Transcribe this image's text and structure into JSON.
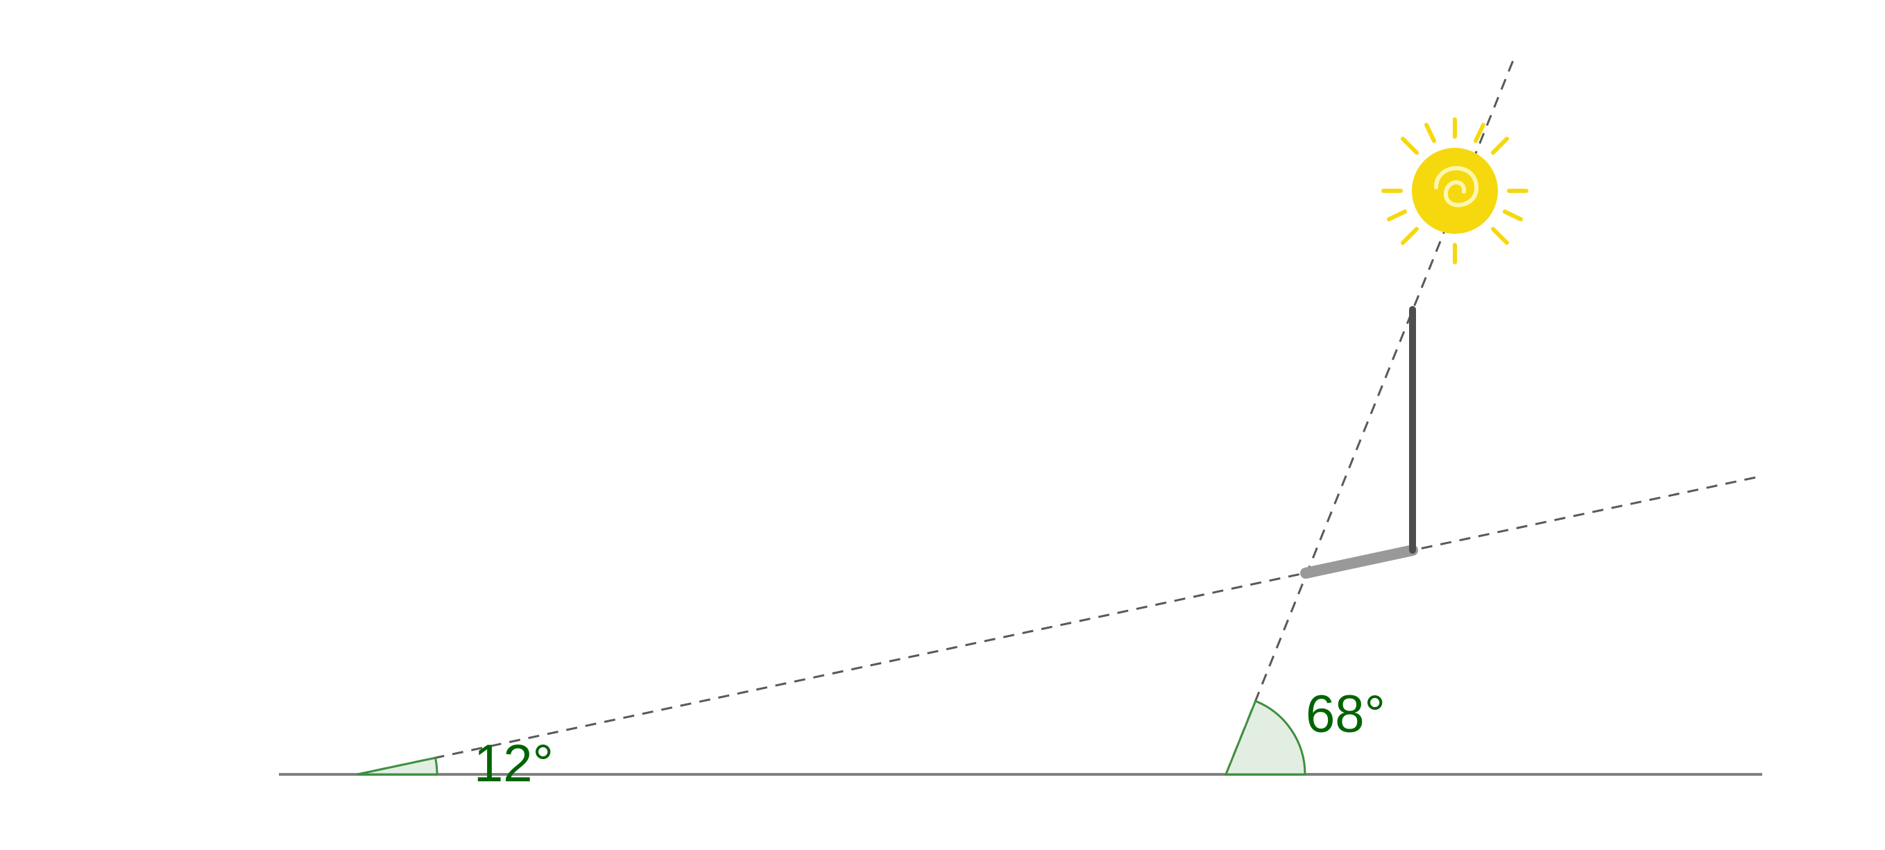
{
  "angles": {
    "slope": {
      "value": 12,
      "label": "12°"
    },
    "sun": {
      "value": 68,
      "label": "68°"
    }
  },
  "colors": {
    "background": "#ffffff",
    "ground": "#808080",
    "dashed_lines": "#595959",
    "pole": "#4d4d4d",
    "shadow": "#999999",
    "angle_fill": "#e3eee3",
    "angle_stroke": "#3f8f3f",
    "angle_text": "#006400",
    "sun": "#f6d80e"
  },
  "icons": {
    "sun": "sun-icon"
  }
}
